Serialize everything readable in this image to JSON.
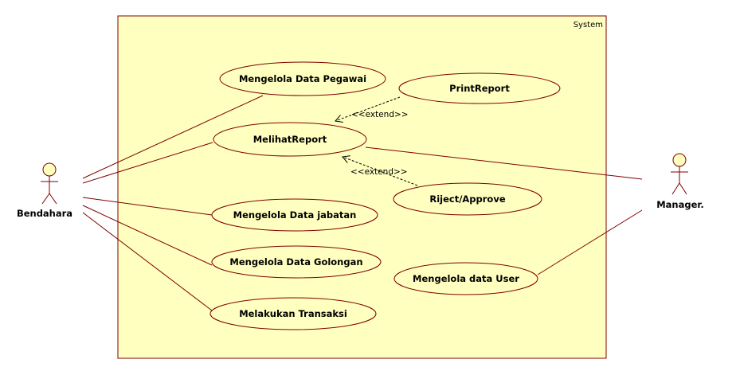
{
  "colors": {
    "fill": "#ffffc0",
    "border": "#800000",
    "assoc": "#800000",
    "extend_line": "#000000"
  },
  "system": {
    "label": "System"
  },
  "actors": {
    "bendahara": {
      "label": "Bendahara"
    },
    "manager": {
      "label": "Manager."
    }
  },
  "use_cases": {
    "pegawai": "Mengelola Data Pegawai",
    "printreport": "PrintReport",
    "melihatreport": "MelihatReport",
    "riject": "Riject/Approve",
    "jabatan": "Mengelola Data jabatan",
    "golongan": "Mengelola Data Golongan",
    "user": "Mengelola data User",
    "transaksi": "Melakukan Transaksi"
  },
  "relations": {
    "extend_top": "<<extend>>",
    "extend_bottom": "<<extend>>"
  }
}
